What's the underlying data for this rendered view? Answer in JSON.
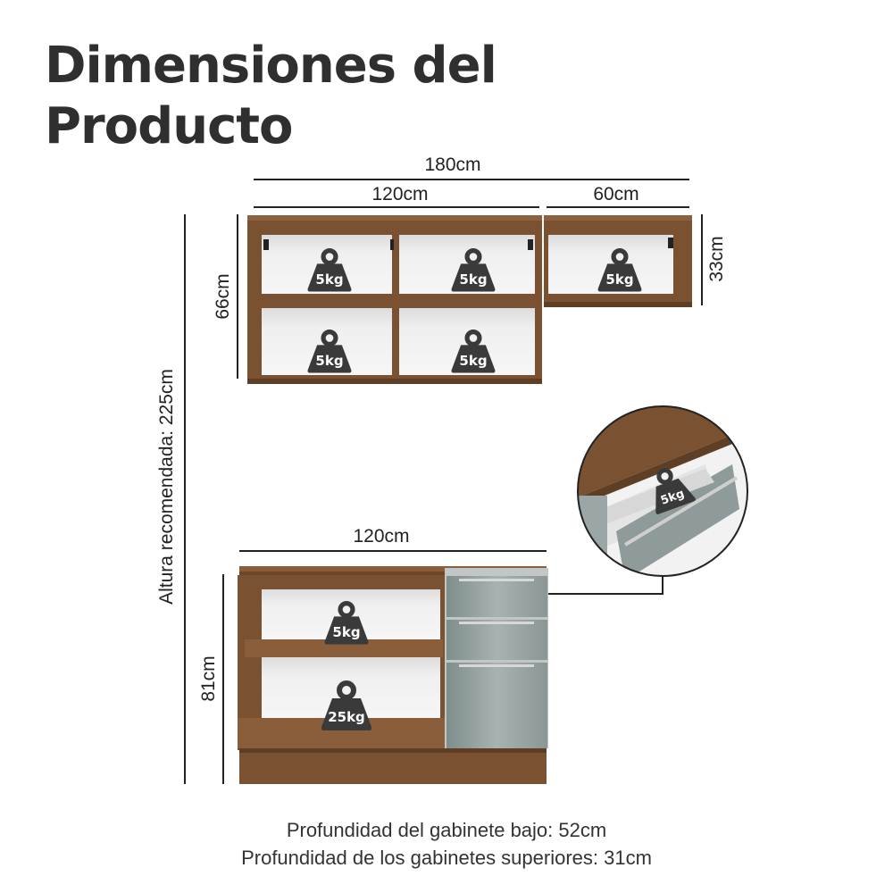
{
  "title": {
    "line1": "Dimensiones del",
    "line2": "Producto"
  },
  "dimensions": {
    "total_width": "180cm",
    "upper_left_width": "120cm",
    "upper_right_width": "60cm",
    "upper_left_height": "66cm",
    "upper_right_height": "33cm",
    "recommended_height": "Altura recomendada: 225cm",
    "lower_width": "120cm",
    "lower_height": "81cm"
  },
  "weights": {
    "upper_1": "5kg",
    "upper_2": "5kg",
    "upper_3": "5kg",
    "upper_4": "5kg",
    "upper_5": "5kg",
    "drawer": "5kg",
    "lower_shelf": "5kg",
    "lower_base": "25kg"
  },
  "footer": {
    "line1": "Profundidad del gabinete bajo: 52cm",
    "line2": "Profundidad de los gabinetes superiores: 31cm"
  },
  "colors": {
    "wood": "#7a5232",
    "wood_dark": "#5e3e24",
    "interior": "#ebebeb",
    "door": "#8e9b9a",
    "weight_icon": "#3a3a3a"
  }
}
